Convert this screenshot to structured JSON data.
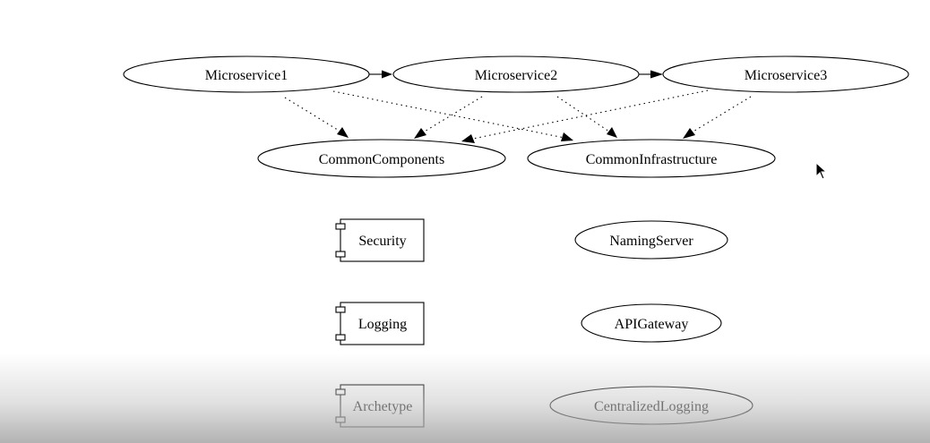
{
  "diagram": {
    "nodes": {
      "microservice1": {
        "label": "Microservice1",
        "shape": "ellipse"
      },
      "microservice2": {
        "label": "Microservice2",
        "shape": "ellipse"
      },
      "microservice3": {
        "label": "Microservice3",
        "shape": "ellipse"
      },
      "common_components": {
        "label": "CommonComponents",
        "shape": "ellipse"
      },
      "common_infrastructure": {
        "label": "CommonInfrastructure",
        "shape": "ellipse"
      },
      "security": {
        "label": "Security",
        "shape": "component"
      },
      "logging": {
        "label": "Logging",
        "shape": "component"
      },
      "archetype": {
        "label": "Archetype",
        "shape": "component"
      },
      "naming_server": {
        "label": "NamingServer",
        "shape": "ellipse"
      },
      "api_gateway": {
        "label": "APIGateway",
        "shape": "ellipse"
      },
      "centralized_logging": {
        "label": "CentralizedLogging",
        "shape": "ellipse"
      }
    },
    "edges": [
      {
        "from": "microservice1",
        "to": "microservice2",
        "style": "solid"
      },
      {
        "from": "microservice2",
        "to": "microservice3",
        "style": "solid"
      },
      {
        "from": "microservice1",
        "to": "common_components",
        "style": "dotted"
      },
      {
        "from": "microservice1",
        "to": "common_infrastructure",
        "style": "dotted"
      },
      {
        "from": "microservice2",
        "to": "common_components",
        "style": "dotted"
      },
      {
        "from": "microservice2",
        "to": "common_infrastructure",
        "style": "dotted"
      },
      {
        "from": "microservice3",
        "to": "common_components",
        "style": "dotted"
      },
      {
        "from": "microservice3",
        "to": "common_infrastructure",
        "style": "dotted"
      }
    ]
  }
}
